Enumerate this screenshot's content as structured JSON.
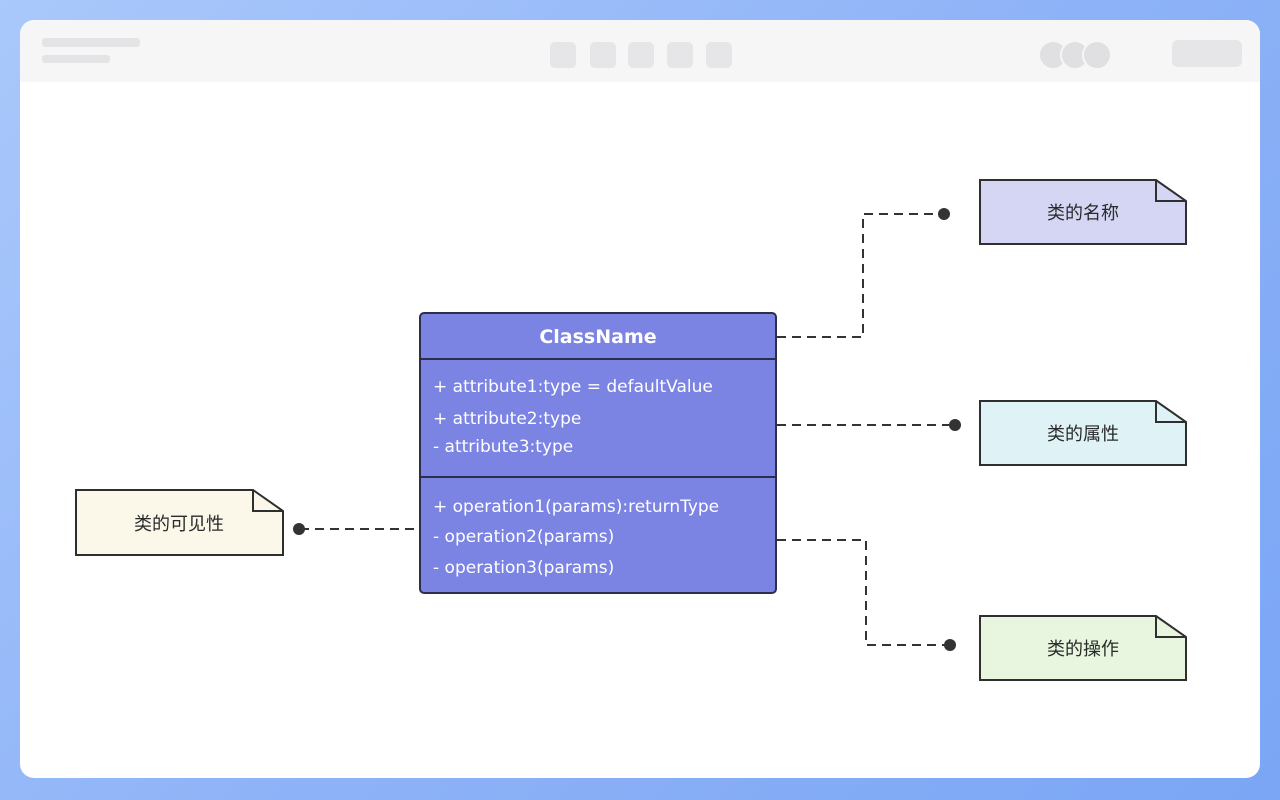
{
  "class_box": {
    "name": "ClassName",
    "attributes": [
      "+ attribute1:type = defaultValue",
      "+ attribute2:type",
      "- attribute3:type"
    ],
    "operations": [
      "+ operation1(params):returnType",
      "- operation2(params)",
      "- operation3(params)"
    ],
    "fill_color": "#7b83e3",
    "border_color": "#2d2f4a"
  },
  "notes": {
    "class_name": {
      "label": "类的名称",
      "color": "#d4d6f4"
    },
    "attributes": {
      "label": "类的属性",
      "color": "#dff3f6"
    },
    "operations": {
      "label": "类的操作",
      "color": "#e8f5df"
    },
    "visibility": {
      "label": "类的可见性",
      "color": "#fbf7e9"
    }
  },
  "connector_style": "dashed"
}
